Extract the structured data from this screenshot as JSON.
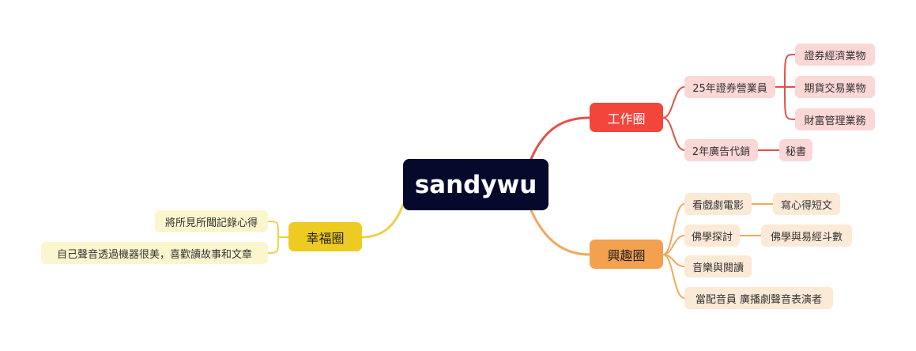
{
  "root": {
    "label": "sandywu"
  },
  "branches": {
    "work": {
      "label": "工作圈",
      "color": "#f2453c",
      "securities": {
        "label": "25年證券營業員",
        "items": [
          "證券經濟業物",
          "期貨交易業物",
          "財富管理業務"
        ]
      },
      "ads": {
        "label": "2年廣告代銷",
        "items": [
          "秘書"
        ]
      }
    },
    "interest": {
      "label": "興趣圈",
      "color": "#f3a04f",
      "drama": {
        "label": "看戲劇電影",
        "items": [
          "寫心得短文"
        ]
      },
      "buddhism": {
        "label": "佛學探討",
        "items": [
          "佛學與易經斗數"
        ]
      },
      "music": {
        "label": "音樂與閱讀"
      },
      "voice": {
        "label": "當配音員 廣播劇聲音表演者"
      }
    },
    "happy": {
      "label": "幸福圈",
      "color": "#eecb22",
      "items": [
        "將所見所聞記錄心得",
        "自己聲音透過機器很美，喜歡讀故事和文章"
      ]
    }
  }
}
